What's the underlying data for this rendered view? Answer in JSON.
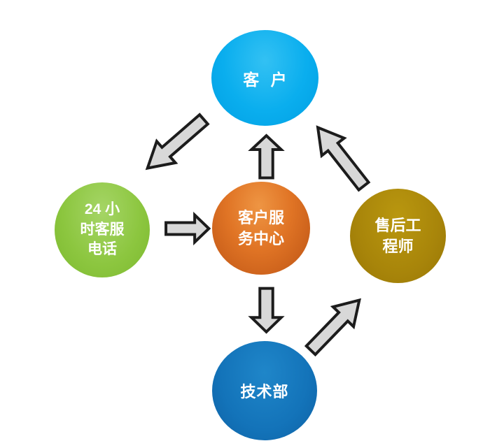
{
  "palette": {
    "background": "#ffffff",
    "arrow_fill": "#d8d8d8",
    "arrow_stroke": "#1c1c1c",
    "customer_blue": "#0aaeee",
    "hotline_green": "#8cc63f",
    "service_center_orange": "#d96d1e",
    "engineer_gold": "#a8850a",
    "tech_blue": "#1373b9",
    "label_text": "#ffffff"
  },
  "nodes": {
    "customer": {
      "label": "客 户",
      "color": "#0aaeee"
    },
    "hotline": {
      "label": "24 小\n时客服\n电话",
      "color": "#8cc63f"
    },
    "service_center": {
      "label": "客户服\n务中心",
      "color": "#d96d1e"
    },
    "engineer": {
      "label": "售后工\n程师",
      "color": "#a8850a"
    },
    "tech": {
      "label": "技术部",
      "color": "#1373b9"
    }
  },
  "arrows": [
    {
      "from": "customer",
      "to": "hotline",
      "direction": "down-left"
    },
    {
      "from": "service_center",
      "to": "customer",
      "direction": "up"
    },
    {
      "from": "engineer",
      "to": "customer",
      "direction": "up-left"
    },
    {
      "from": "hotline",
      "to": "service_center",
      "direction": "right"
    },
    {
      "from": "service_center",
      "to": "tech",
      "direction": "down"
    },
    {
      "from": "tech",
      "to": "engineer",
      "direction": "up-right"
    }
  ]
}
